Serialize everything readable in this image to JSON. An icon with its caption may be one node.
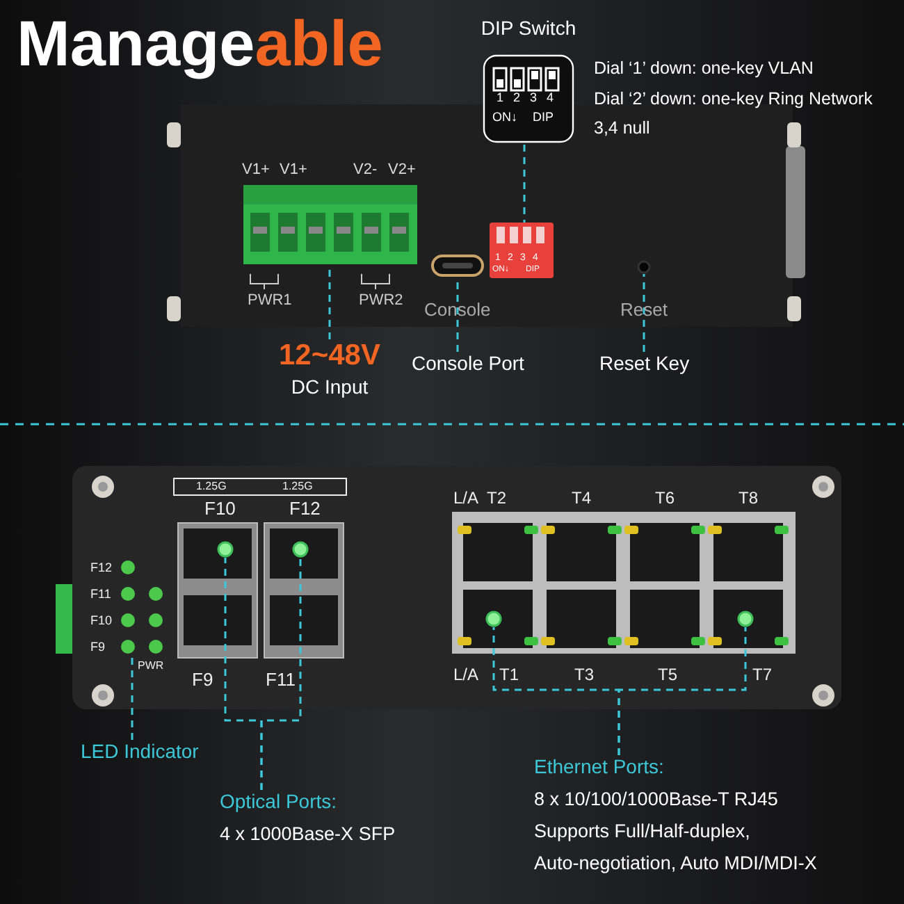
{
  "diagram": {
    "title": "Manageable",
    "nodes": [
      {
        "text": [
          "DIP Switch"
        ],
        "beside": [
          "Dial ‘1’ down:  one-key VLAN",
          "Dial ‘2’ down:  one-key Ring Network",
          "3,4 null"
        ]
      },
      {
        "text": [],
        "shape": "picture"
      },
      {
        "text": [],
        "shape": "picture"
      },
      {
        "text": [
          "12~48V",
          "DC Input"
        ]
      },
      {
        "text": [],
        "shape": "picture"
      },
      {
        "text": [
          "Console Port"
        ]
      },
      {
        "text": [],
        "shape": "circle"
      },
      {
        "text": [
          "Reset Key"
        ]
      },
      {
        "text": [],
        "shape": "picture"
      },
      {
        "text": [
          "LED Indicator"
        ]
      },
      {
        "text": [],
        "shape": "circle"
      },
      {
        "text": [],
        "shape": "circle"
      },
      {
        "text": [
          "Optical Ports:",
          "4 x 1000Base-X SFP"
        ]
      },
      {
        "text": [],
        "shape": "circle"
      },
      {
        "text": [],
        "shape": "circle"
      },
      {
        "text": [
          "Ethernet Ports:",
          "8 x 10/100/1000Base-T RJ45",
          "Supports Full/Half-duplex,",
          "Auto-negotiation, Auto MDI/MDI-X"
        ]
      }
    ],
    "edges": [
      {
        "from": 0,
        "to": 1,
        "arrow": "none",
        "style": "dashed"
      },
      {
        "from": 3,
        "to": 2,
        "arrow": "none",
        "style": "dashed"
      },
      {
        "from": 5,
        "to": 4,
        "arrow": "none",
        "style": "dashed"
      },
      {
        "from": 7,
        "to": 6,
        "arrow": "none",
        "style": "dashed"
      },
      {
        "from": 9,
        "to": 8,
        "arrow": "none",
        "style": "dashed"
      },
      {
        "from": 12,
        "to": 10,
        "arrow": "none",
        "style": "dashed"
      },
      {
        "from": 12,
        "to": 11,
        "arrow": "none",
        "style": "dashed"
      },
      {
        "from": 15,
        "to": 13,
        "arrow": "none",
        "style": "dashed"
      },
      {
        "from": 15,
        "to": 14,
        "arrow": "none",
        "style": "dashed"
      }
    ],
    "labels": [
      "1",
      "2",
      "3",
      "4",
      "ON↓",
      "DIP",
      "V1+",
      "V1+",
      "V2-",
      "V2+",
      "PWR1",
      "PWR2",
      "1",
      "2",
      "3",
      "4",
      "ON↓",
      "DIP",
      "Console",
      "Reset",
      "1.25G",
      "1.25G",
      "F10",
      "F12",
      "F12",
      "F11",
      "F10",
      "F9",
      "PWR",
      "F9",
      "F11",
      "L/A",
      "T2",
      "T4",
      "T6",
      "T8",
      "L/A",
      "T1",
      "T3",
      "T5",
      "T7"
    ]
  }
}
